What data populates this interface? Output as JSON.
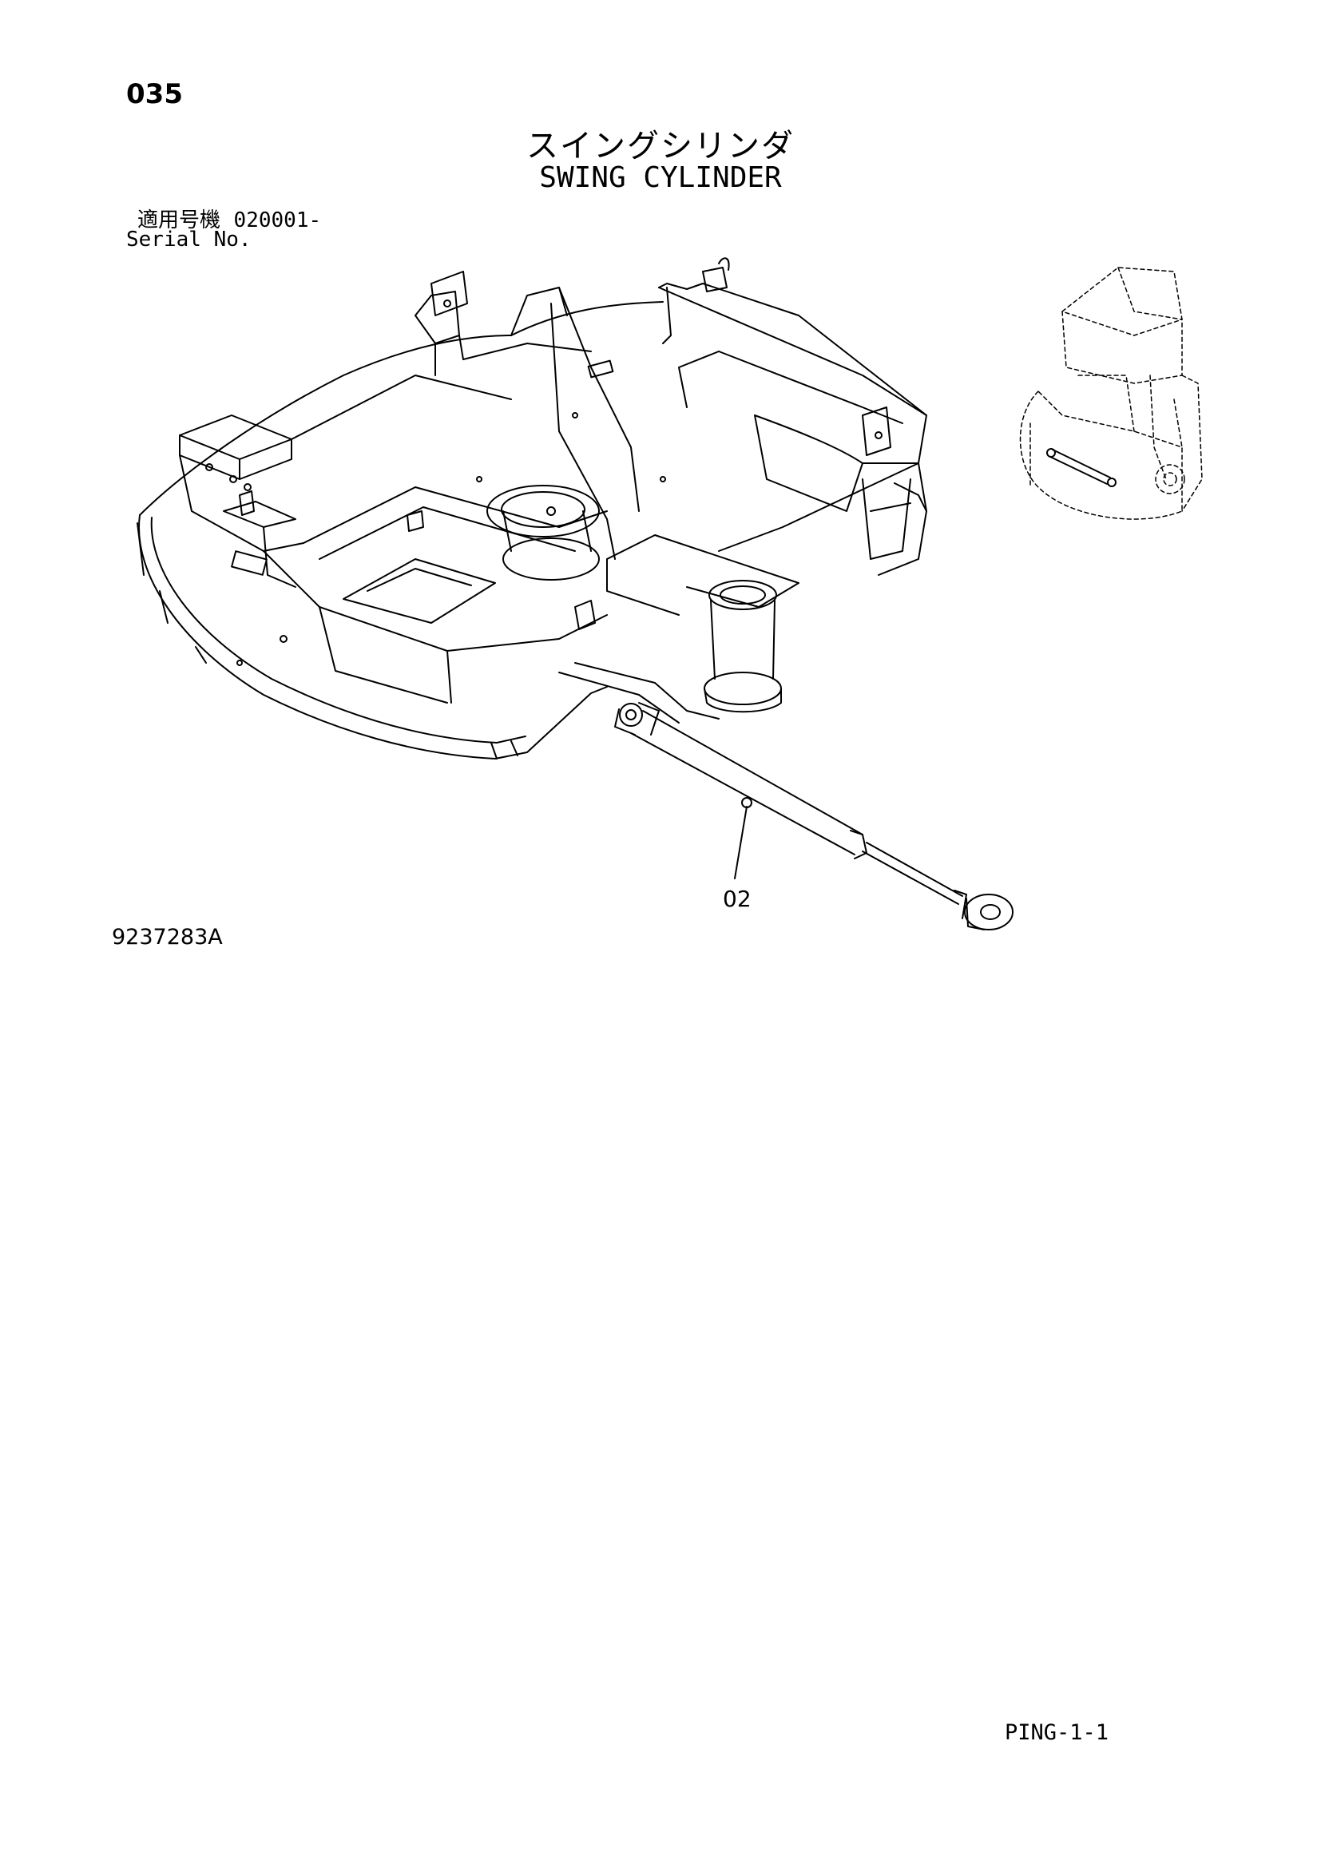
{
  "page": {
    "number": "035",
    "title_jp": "スイングシリンダ",
    "title_en": "SWING CYLINDER",
    "serial_label_jp": "適用号機",
    "serial_value": "020001-",
    "serial_label_en": "Serial No.",
    "drawing_id": "9237283A",
    "footer_code": "PING-1-1"
  },
  "diagram": {
    "part_callouts": [
      {
        "label": "02",
        "part": "swing-cylinder"
      }
    ]
  }
}
